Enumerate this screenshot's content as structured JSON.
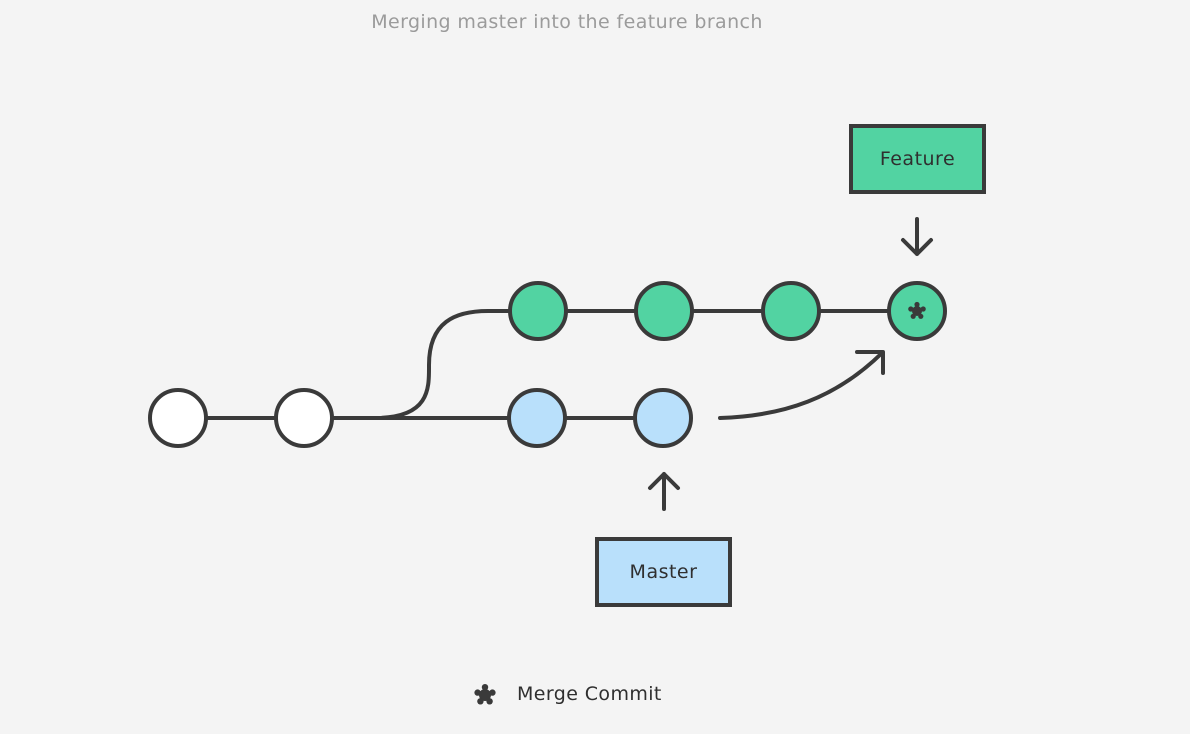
{
  "title": "Merging master into the feature branch",
  "colors": {
    "background": "#f4f4f4",
    "stroke": "#3a3a3a",
    "feature": "#52d3a2",
    "master": "#b9e0fb",
    "shared": "#ffffff",
    "title_text": "#9b9b9b"
  },
  "branches": {
    "feature": {
      "label": "Feature",
      "color": "#52d3a2",
      "commit_count": 4,
      "head_is_merge_commit": true
    },
    "master": {
      "label": "Master",
      "color": "#b9e0fb",
      "commit_count": 2
    },
    "shared_history": {
      "color": "#ffffff",
      "commit_count": 2
    }
  },
  "legend": {
    "icon": "asterisk-icon",
    "label": "Merge Commit"
  }
}
